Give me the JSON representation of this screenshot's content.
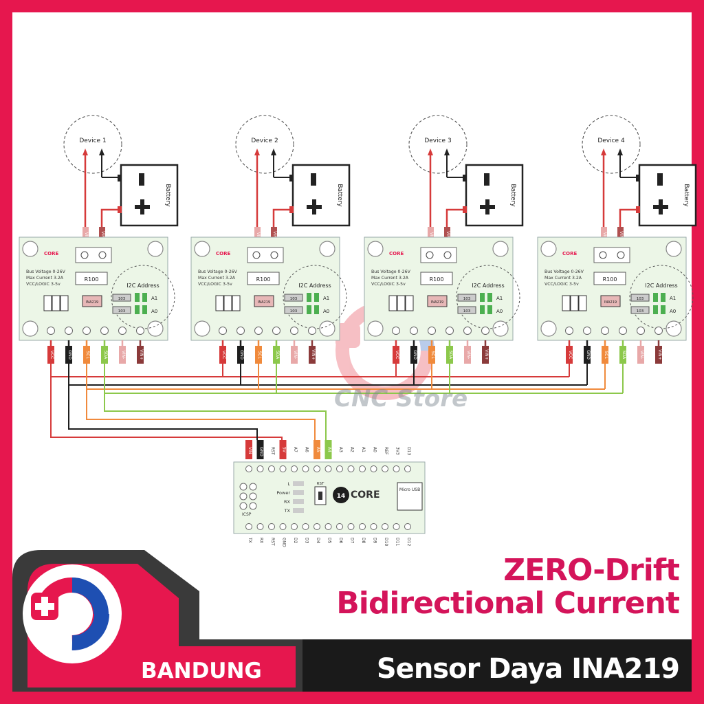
{
  "modules": [
    {
      "device": "Device 1",
      "battery": "Battery"
    },
    {
      "device": "Device 2",
      "battery": "Battery"
    },
    {
      "device": "Device 3",
      "battery": "Battery"
    },
    {
      "device": "Device 4",
      "battery": "Battery"
    }
  ],
  "module_text": {
    "vin_minus": "VIN-",
    "vin_plus": "VIN+",
    "specs": [
      "Bus Voltage 0-26V",
      "Max Current 3.2A",
      "VCC/LOGIC 3-5v"
    ],
    "shunt": "R100",
    "i2c_title": "I2C Address",
    "chip": "INA219",
    "a1": "A1",
    "a0": "A0",
    "jumper": "103",
    "pins": [
      "VCC",
      "GND",
      "SCL",
      "SDA",
      "VIN-",
      "VIN+"
    ],
    "core_logo": "CORE"
  },
  "nano": {
    "top_pins": [
      "VIN",
      "GND",
      "RST",
      "5V",
      "A7",
      "A6",
      "A5",
      "A4",
      "A3",
      "A2",
      "A1",
      "A0",
      "REF",
      "3V3",
      "D13"
    ],
    "bottom_pins": [
      "TX",
      "RX",
      "RST",
      "GND",
      "D2",
      "D3",
      "D4",
      "D5",
      "D6",
      "D7",
      "D8",
      "D9",
      "D10",
      "D11",
      "D12"
    ],
    "leds": [
      "L",
      "Power",
      "RX",
      "TX"
    ],
    "icsp": "ICSP",
    "reset": "RST",
    "usb": "Micro USB",
    "logo": "CORE",
    "logo_badge": "14"
  },
  "watermark": "CNC Store",
  "captions": {
    "line1": "ZERO-Drift",
    "line2": "Bidirectional Current",
    "bottom_left": "BANDUNG",
    "bottom_right": "Sensor Daya INA219"
  },
  "colors": {
    "frame": "#e6174e",
    "caption": "#d4145a",
    "board": "#ecf6e7",
    "wire_red": "#d63a3a",
    "wire_black": "#1e1e1e",
    "wire_orange": "#f08a3c",
    "wire_green": "#8cc84b",
    "wire_pink": "#e8a8a8",
    "wire_brown": "#8b3a3a"
  }
}
